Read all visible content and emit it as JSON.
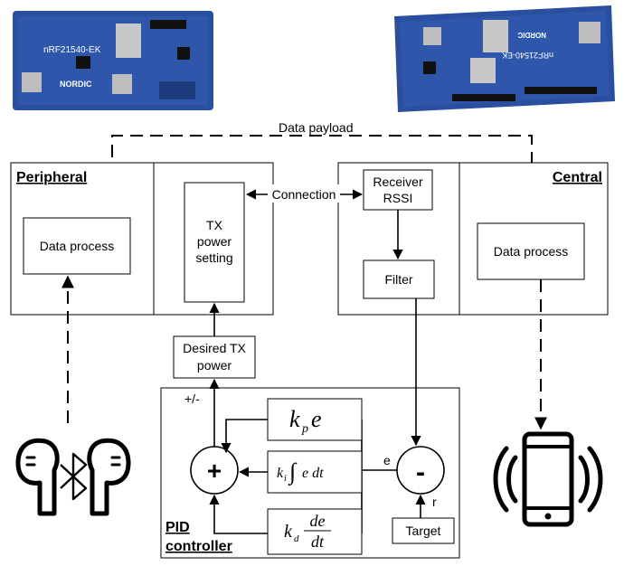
{
  "boards": {
    "left_board_label": "nRF21540-EK",
    "right_board_label": "nRF21540-EK",
    "brand": "NORDIC"
  },
  "labels": {
    "data_payload": "Data payload",
    "connection": "Connection",
    "peripheral": "Peripheral",
    "central": "Central",
    "data_process_left": "Data process",
    "data_process_right": "Data process",
    "tx_power_setting": [
      "TX",
      "power",
      "setting"
    ],
    "receiver_rssi": [
      "Receiver",
      "RSSI"
    ],
    "filter": "Filter",
    "desired_tx_power": [
      "Desired TX",
      "power"
    ],
    "plus_minus": "+/-",
    "pid_controller": [
      "PID",
      "controller"
    ],
    "target": "Target",
    "e": "e",
    "r": "r",
    "plus": "+",
    "minus": "-",
    "kp_term": [
      "k",
      "p",
      "e"
    ],
    "ki_term": [
      "k",
      "i",
      "∫",
      "e dt"
    ],
    "kd_term": [
      "k",
      "d",
      "de",
      "dt"
    ]
  },
  "icons": [
    "earbuds-icon",
    "bluetooth-icon",
    "smartphone-icon",
    "signal-waves-icon",
    "dev-board-image"
  ],
  "colors": {
    "board_blue": "#2a4f9e",
    "board_dark": "#1d3c7e"
  }
}
